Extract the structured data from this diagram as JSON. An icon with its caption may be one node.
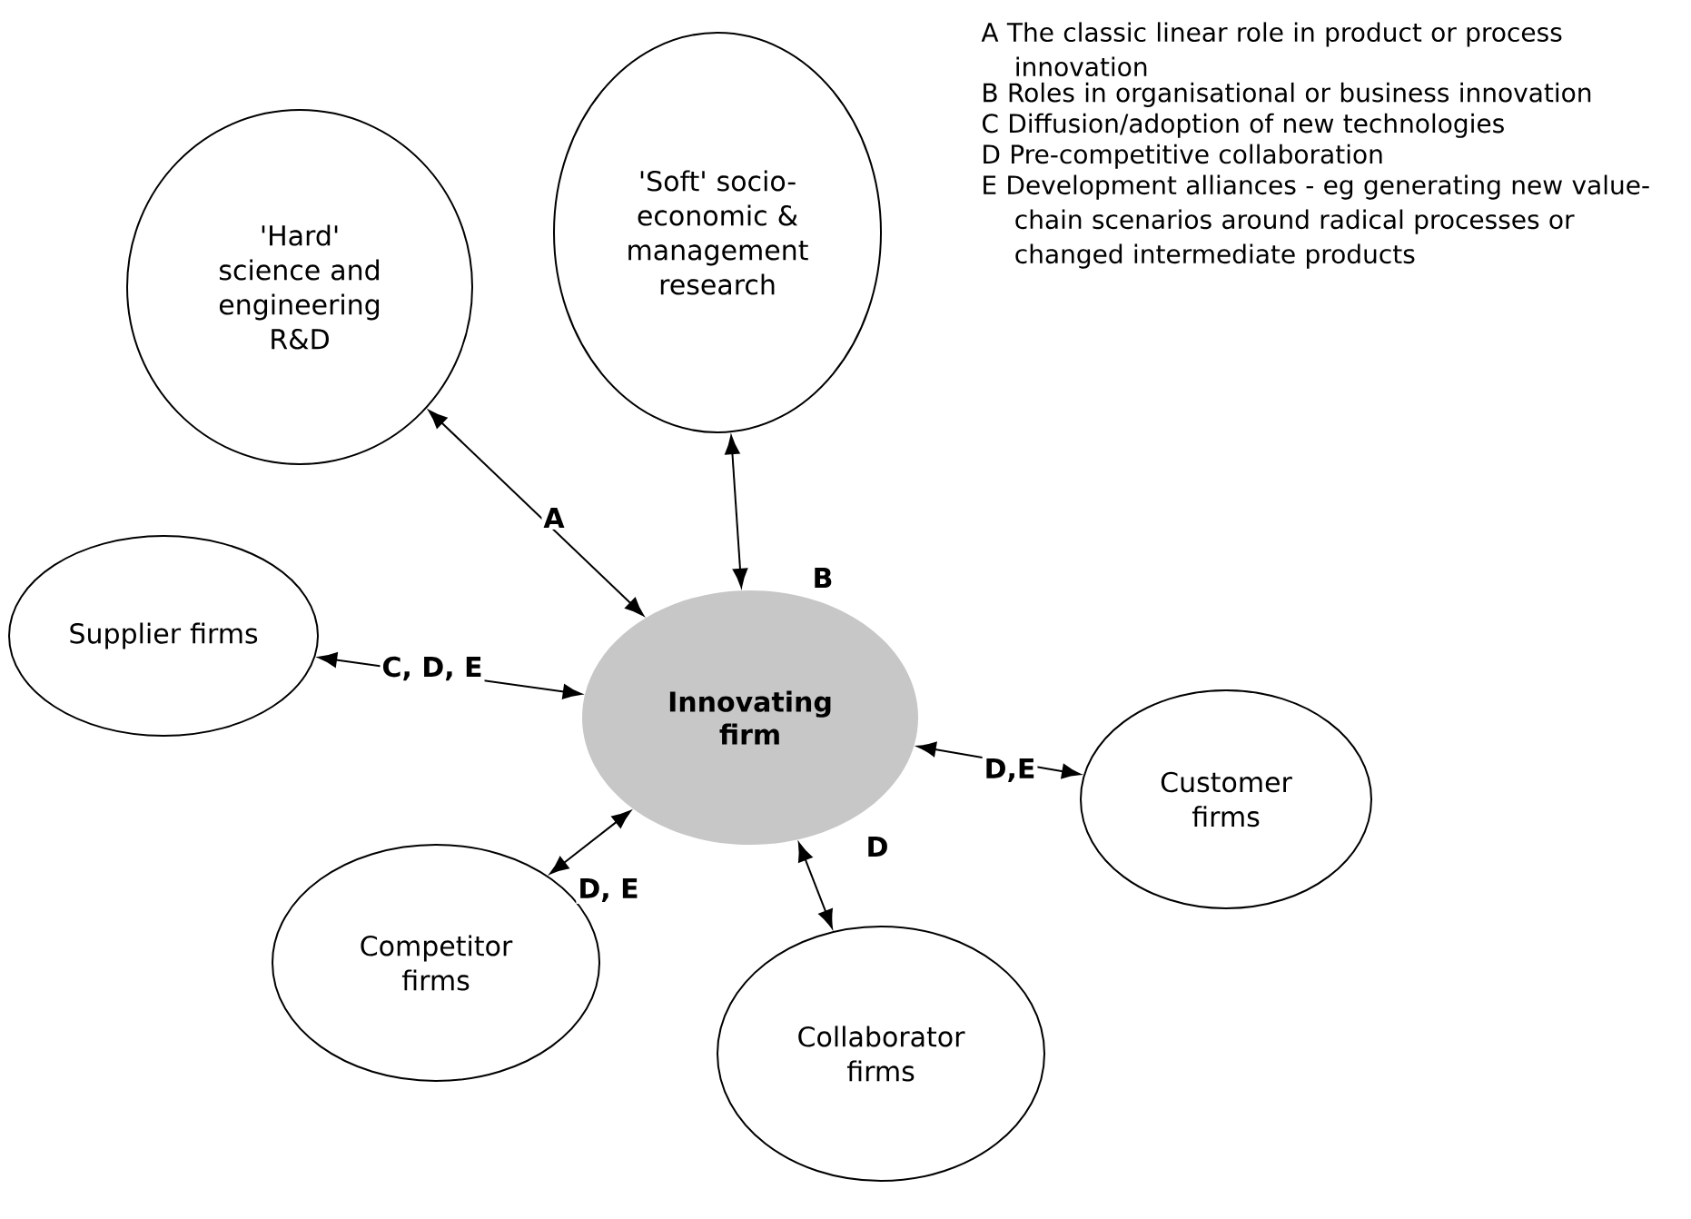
{
  "diagram": {
    "nodes": [
      {
        "text": [
          "'Hard' science and engineering R&D"
        ]
      },
      {
        "text": [
          "'Soft' socio-economic & management research"
        ]
      },
      {
        "text": [
          "Supplier firms"
        ]
      },
      {
        "text": [
          "Innovating firm"
        ]
      },
      {
        "text": [
          "Customer firms"
        ]
      },
      {
        "text": [
          "Competitor firms"
        ]
      },
      {
        "text": [
          "Collaborator firms"
        ]
      }
    ],
    "edges": [
      {
        "from": 3,
        "to": 0,
        "arrow": "both",
        "label": "A"
      },
      {
        "from": 3,
        "to": 1,
        "arrow": "both",
        "label": "B"
      },
      {
        "from": 3,
        "to": 2,
        "arrow": "both",
        "label": "C, D, E"
      },
      {
        "from": 3,
        "to": 4,
        "arrow": "both",
        "label": "D,E"
      },
      {
        "from": 3,
        "to": 5,
        "arrow": "both",
        "label": "D, E"
      },
      {
        "from": 3,
        "to": 6,
        "arrow": "both",
        "label": "D"
      }
    ],
    "labels": [
      "A The classic linear role in product or process innovation",
      "B Roles in organisational or business innovation",
      "C Diffusion/adoption of new technologies",
      "D Pre-competitive collaboration",
      "E Development alliances - eg generating new value-chain scenarios around radical processes or changed intermediate products"
    ]
  }
}
